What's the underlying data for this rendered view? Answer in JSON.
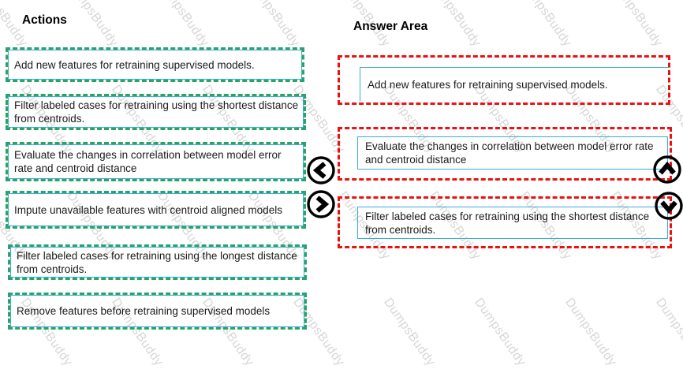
{
  "watermark": {
    "text": "DumpsBuddy"
  },
  "actions": {
    "title": "Actions",
    "items": [
      {
        "text": "Add new features for retraining supervised models."
      },
      {
        "text": "Filter labeled cases for retraining using the shortest distance from centroids."
      },
      {
        "text": "Evaluate the changes in correlation between model error rate and centroid distance"
      },
      {
        "text": "Impute unavailable features with centroid aligned models"
      },
      {
        "text": "Filter labeled cases for retraining using the longest distance from centroids."
      },
      {
        "text": "Remove features before retraining supervised models"
      }
    ]
  },
  "answer_area": {
    "title": "Answer Area",
    "items": [
      {
        "text": "Add new features for retraining supervised models."
      },
      {
        "text": "Evaluate the changes in correlation between model error rate and centroid distance"
      },
      {
        "text": "Filter labeled cases for retraining using the shortest distance from centroids."
      }
    ]
  },
  "controls": {
    "move_left_icon": "chevron-left",
    "move_right_icon": "chevron-right",
    "move_up_icon": "chevron-up",
    "move_down_icon": "chevron-down"
  },
  "colors": {
    "action_border_green": "#2aa36b",
    "item_border_blue": "#3aaed6",
    "answer_border_red": "#e81212",
    "watermark_gray": "#d7d7d7",
    "text": "#1a1a1a"
  }
}
